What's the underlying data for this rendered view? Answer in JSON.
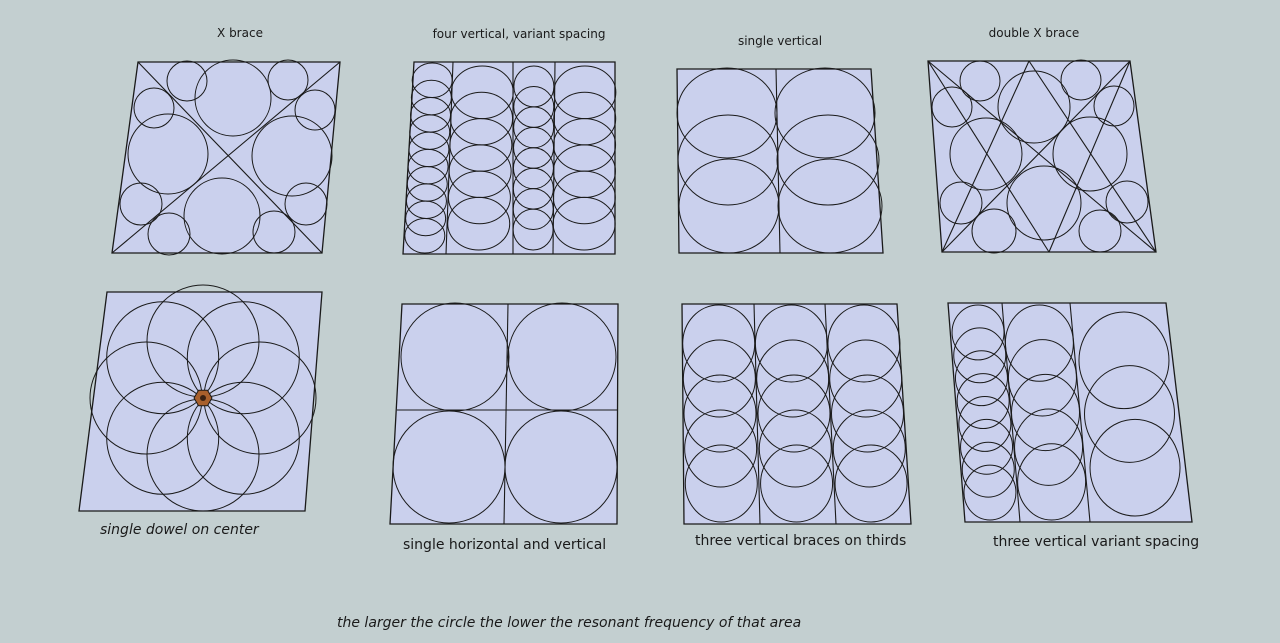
{
  "labels": {
    "x_brace": "X brace",
    "four_vertical": "four vertical, variant spacing",
    "single_vertical": "single vertical",
    "double_x_brace": "double X brace",
    "single_dowel": "single dowel on center",
    "single_horiz_vert": "single horizontal and vertical",
    "three_vertical_thirds": "three vertical braces on thirds",
    "three_vertical_variant": "three vertical variant spacing",
    "caption": "the larger the circle the lower the resonant frequency of that area"
  },
  "colors": {
    "background": "#c3cfd0",
    "panel_fill": "#cad0ed",
    "stroke": "#1a1a1a",
    "dowel": "#a8602c"
  }
}
